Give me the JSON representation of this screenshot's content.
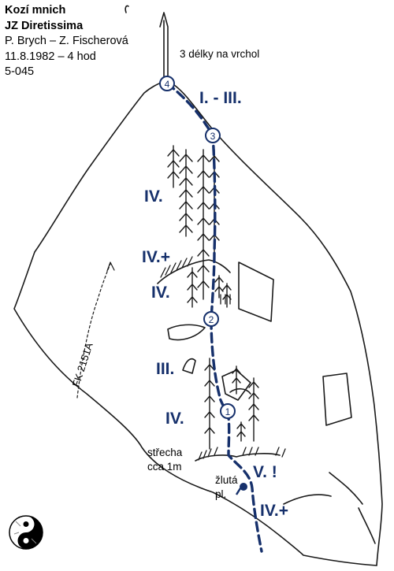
{
  "header": {
    "title": "Kozí mnich",
    "route": "JZ Diretissima",
    "authors": "P. Brych – Z. Fischerová",
    "date_time": "11.8.1982 – 4 hod",
    "code": "5-045"
  },
  "notes": {
    "summit": "3 délky na vrchol",
    "roof": [
      "střecha",
      "cca 1m"
    ],
    "yellow": [
      "žlutá",
      "pl."
    ],
    "neighbor_route": "FK 2151A"
  },
  "grades": {
    "g1": "I. - III.",
    "g2": "IV.",
    "g3": "IV.+",
    "g4": "IV.",
    "g5": "III.",
    "g6": "IV.",
    "g7": "V. !",
    "g8": "IV.+"
  },
  "belays": [
    "1",
    "2",
    "3",
    "4"
  ],
  "colors": {
    "route": "#16306b",
    "outline": "#1a1a1a"
  },
  "icons": [
    "yin-yang-logo-icon",
    "summit-arrow-icon",
    "piton-icon"
  ]
}
